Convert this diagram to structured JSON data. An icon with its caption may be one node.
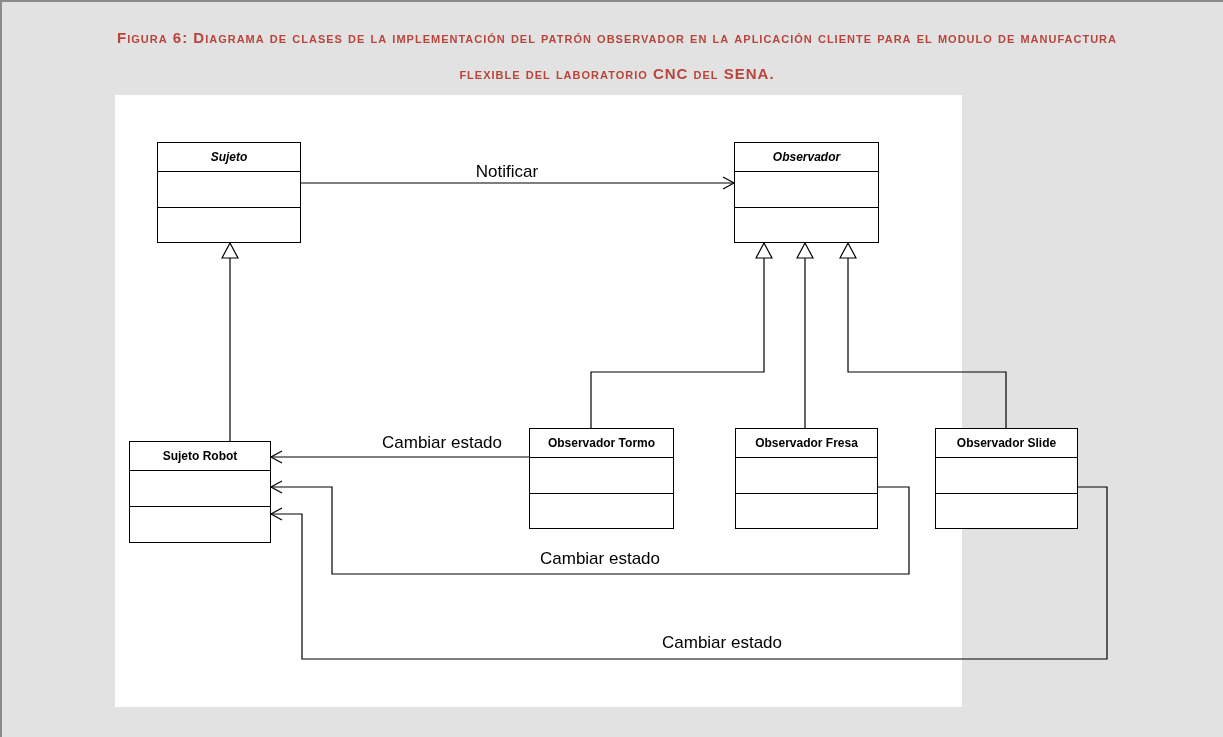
{
  "diagram": {
    "title": "Figura 6: Diagrama de clases de la implementación del patrón observador en la aplicación cliente para el modulo de manufactura flexible del laboratorio CNC del SENA.",
    "nodes": [
      {
        "text": [
          "Sujeto"
        ]
      },
      {
        "text": [
          "Observador"
        ]
      },
      {
        "text": [
          "Sujeto Robot"
        ]
      },
      {
        "text": [
          "Observador Tormo"
        ]
      },
      {
        "text": [
          "Observador Fresa"
        ]
      },
      {
        "text": [
          "Observador Slide"
        ]
      }
    ],
    "edges": [
      {
        "from": 0,
        "to": 1,
        "arrow": "to",
        "label": "Notificar"
      },
      {
        "from": 2,
        "to": 0,
        "arrow": "to"
      },
      {
        "from": 3,
        "to": 1,
        "arrow": "to"
      },
      {
        "from": 4,
        "to": 1,
        "arrow": "to"
      },
      {
        "from": 5,
        "to": 1,
        "arrow": "to"
      },
      {
        "from": 3,
        "to": 2,
        "arrow": "to",
        "label": "Cambiar estado"
      },
      {
        "from": 4,
        "to": 2,
        "arrow": "to",
        "label": "Cambiar estado"
      },
      {
        "from": 5,
        "to": 2,
        "arrow": "to",
        "label": "Cambiar estado"
      }
    ]
  }
}
